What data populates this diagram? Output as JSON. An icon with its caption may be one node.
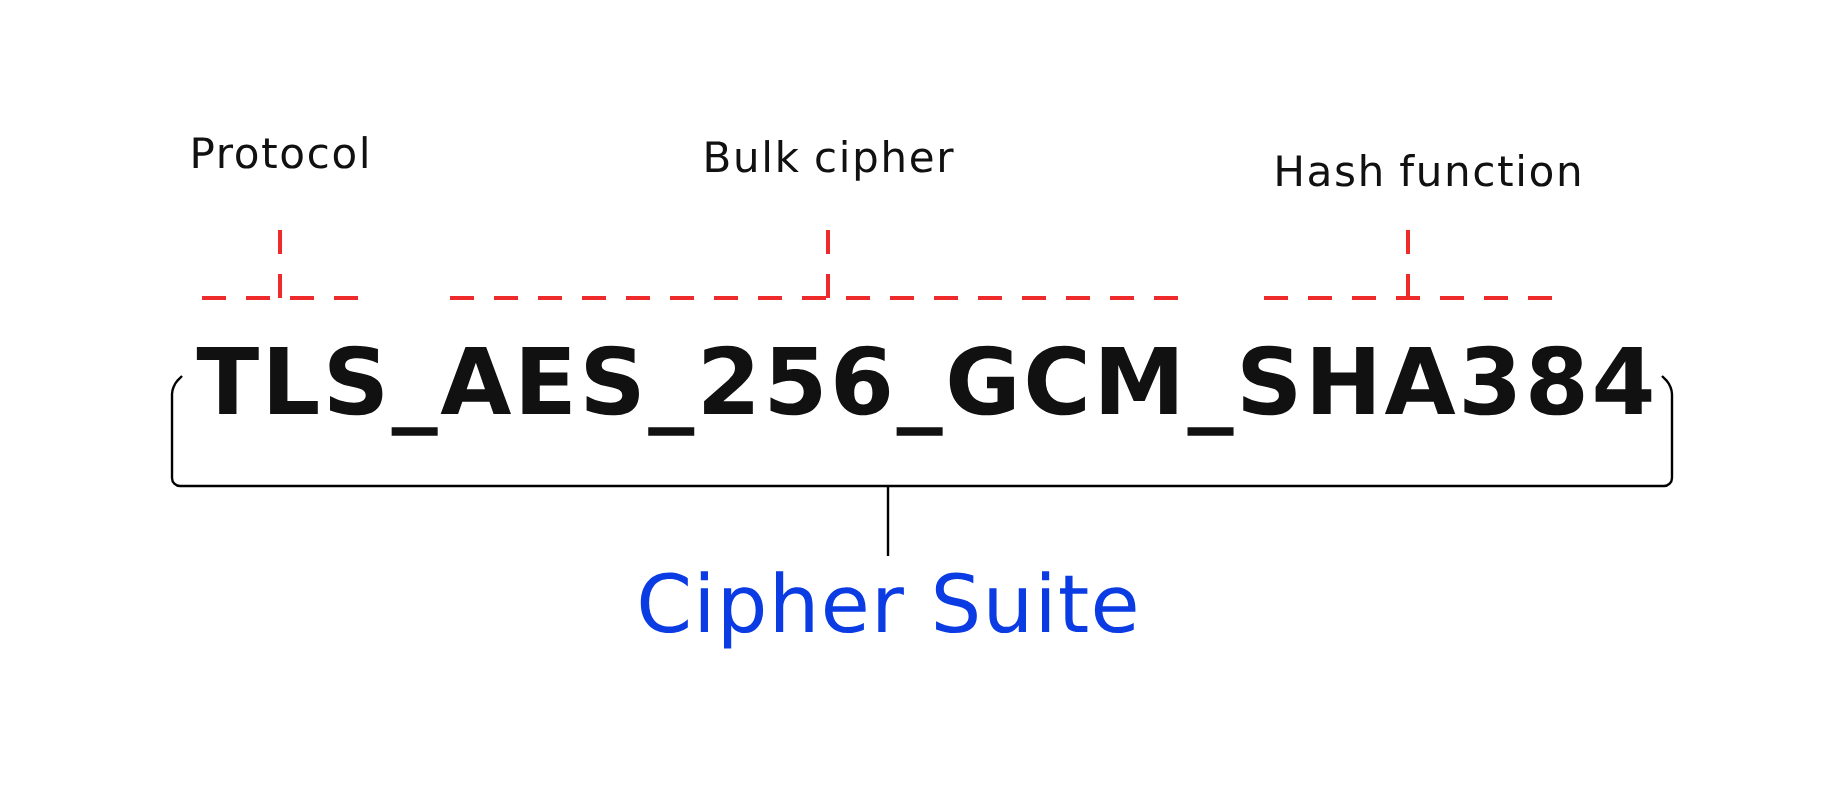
{
  "diagram": {
    "labels": [
      "Protocol",
      "Bulk cipher",
      "Hash function",
      "TLS_AES_256_GCM_SHA384",
      "Cipher Suite"
    ]
  }
}
